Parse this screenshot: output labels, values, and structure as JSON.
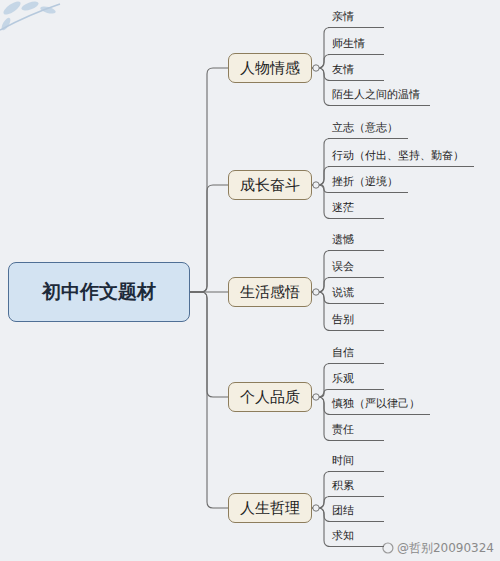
{
  "diagram": {
    "nodes": [
      {
        "text": [
          "初中作文题材"
        ]
      },
      {
        "text": [
          "人物情感"
        ]
      },
      {
        "text": [
          "亲情"
        ]
      },
      {
        "text": [
          "师生情"
        ]
      },
      {
        "text": [
          "友情"
        ]
      },
      {
        "text": [
          "陌生人之间的温情"
        ]
      },
      {
        "text": [
          "成长奋斗"
        ]
      },
      {
        "text": [
          "立志（意志）"
        ]
      },
      {
        "text": [
          "行动（付出、坚持、勤奋）"
        ]
      },
      {
        "text": [
          "挫折（逆境）"
        ]
      },
      {
        "text": [
          "迷茫"
        ]
      },
      {
        "text": [
          "生活感悟"
        ]
      },
      {
        "text": [
          "遗憾"
        ]
      },
      {
        "text": [
          "误会"
        ]
      },
      {
        "text": [
          "说谎"
        ]
      },
      {
        "text": [
          "告别"
        ]
      },
      {
        "text": [
          "个人品质"
        ]
      },
      {
        "text": [
          "自信"
        ]
      },
      {
        "text": [
          "乐观"
        ]
      },
      {
        "text": [
          "慎独（严以律己）"
        ]
      },
      {
        "text": [
          "责任"
        ]
      },
      {
        "text": [
          "人生哲理"
        ]
      },
      {
        "text": [
          "时间"
        ]
      },
      {
        "text": [
          "积累"
        ]
      },
      {
        "text": [
          "团结"
        ]
      },
      {
        "text": [
          "求知"
        ]
      }
    ],
    "edges": [
      {
        "from": 0,
        "to": 1,
        "arrow": "none"
      },
      {
        "from": 0,
        "to": 6,
        "arrow": "none"
      },
      {
        "from": 0,
        "to": 11,
        "arrow": "none"
      },
      {
        "from": 0,
        "to": 16,
        "arrow": "none"
      },
      {
        "from": 0,
        "to": 21,
        "arrow": "none"
      },
      {
        "from": 1,
        "to": 2,
        "arrow": "none"
      },
      {
        "from": 1,
        "to": 3,
        "arrow": "none"
      },
      {
        "from": 1,
        "to": 4,
        "arrow": "none"
      },
      {
        "from": 1,
        "to": 5,
        "arrow": "none"
      },
      {
        "from": 6,
        "to": 7,
        "arrow": "none"
      },
      {
        "from": 6,
        "to": 8,
        "arrow": "none"
      },
      {
        "from": 6,
        "to": 9,
        "arrow": "none"
      },
      {
        "from": 6,
        "to": 10,
        "arrow": "none"
      },
      {
        "from": 11,
        "to": 12,
        "arrow": "none"
      },
      {
        "from": 11,
        "to": 13,
        "arrow": "none"
      },
      {
        "from": 11,
        "to": 14,
        "arrow": "none"
      },
      {
        "from": 11,
        "to": 15,
        "arrow": "none"
      },
      {
        "from": 16,
        "to": 17,
        "arrow": "none"
      },
      {
        "from": 16,
        "to": 18,
        "arrow": "none"
      },
      {
        "from": 16,
        "to": 19,
        "arrow": "none"
      },
      {
        "from": 16,
        "to": 20,
        "arrow": "none"
      },
      {
        "from": 21,
        "to": 22,
        "arrow": "none"
      },
      {
        "from": 21,
        "to": 23,
        "arrow": "none"
      },
      {
        "from": 21,
        "to": 24,
        "arrow": "none"
      },
      {
        "from": 21,
        "to": 25,
        "arrow": "none"
      }
    ],
    "labels": [
      "@哲别20090324"
    ]
  }
}
